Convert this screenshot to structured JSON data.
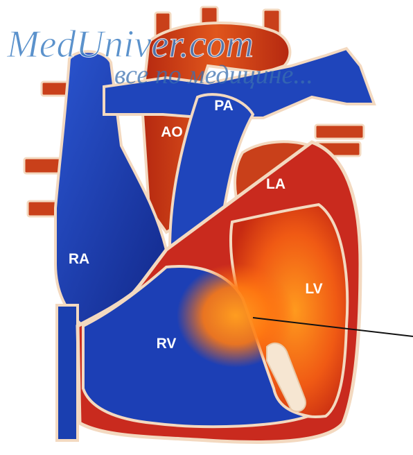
{
  "watermark": {
    "title": "MedUniver.com",
    "subtitle": "все по медицине..."
  },
  "labels": {
    "ao": "AO",
    "pa": "PA",
    "la": "LA",
    "ra": "RA",
    "lv": "LV",
    "rv": "RV"
  },
  "colors": {
    "venous_blue": "#1a3fb0",
    "arterial_red": "#d6401a",
    "wall_red": "#c92a1e",
    "highlight_orange": "#ff7a12",
    "background": "#ffffff"
  }
}
